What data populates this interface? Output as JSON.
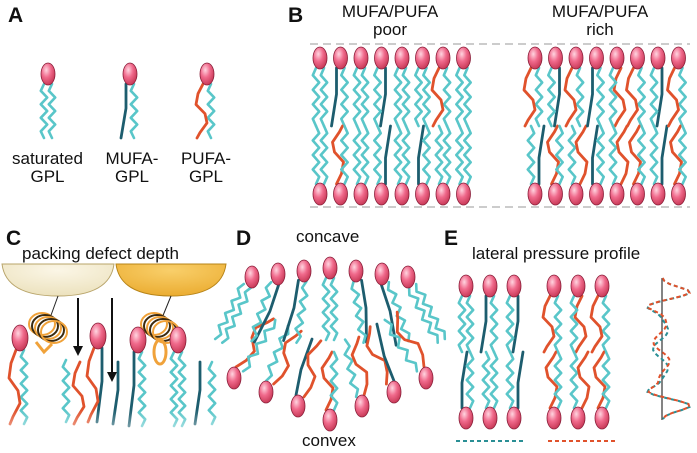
{
  "colors": {
    "head_fill": "#f06a8c",
    "head_stroke": "#8a1f3a",
    "saturated_tail": "#59c6c9",
    "mufa_tail": "#1d5d6e",
    "pufa_tail": "#e0522c",
    "protein_light": "#f7efd6",
    "protein_gold": "#f4b73c",
    "helix": "#f0a23a",
    "dash_teal": "#2a8f95",
    "dash_red": "#e0522c"
  },
  "panels": {
    "a": {
      "letter": "A",
      "items": [
        {
          "label_line1": "saturated",
          "label_line2": "GPL",
          "icon": "saturated-gpl"
        },
        {
          "label_line1": "MUFA-",
          "label_line2": "GPL",
          "icon": "mufa-gpl"
        },
        {
          "label_line1": "PUFA-",
          "label_line2": "GPL",
          "icon": "pufa-gpl"
        }
      ]
    },
    "b": {
      "letter": "B",
      "left_title_line1": "MUFA/PUFA",
      "left_title_line2": "poor",
      "right_title_line1": "MUFA/PUFA",
      "right_title_line2": "rich"
    },
    "c": {
      "letter": "C",
      "title": "packing defect depth"
    },
    "d": {
      "letter": "D",
      "top_label": "concave",
      "bottom_label": "convex"
    },
    "e": {
      "letter": "E",
      "title": "lateral pressure profile"
    }
  }
}
